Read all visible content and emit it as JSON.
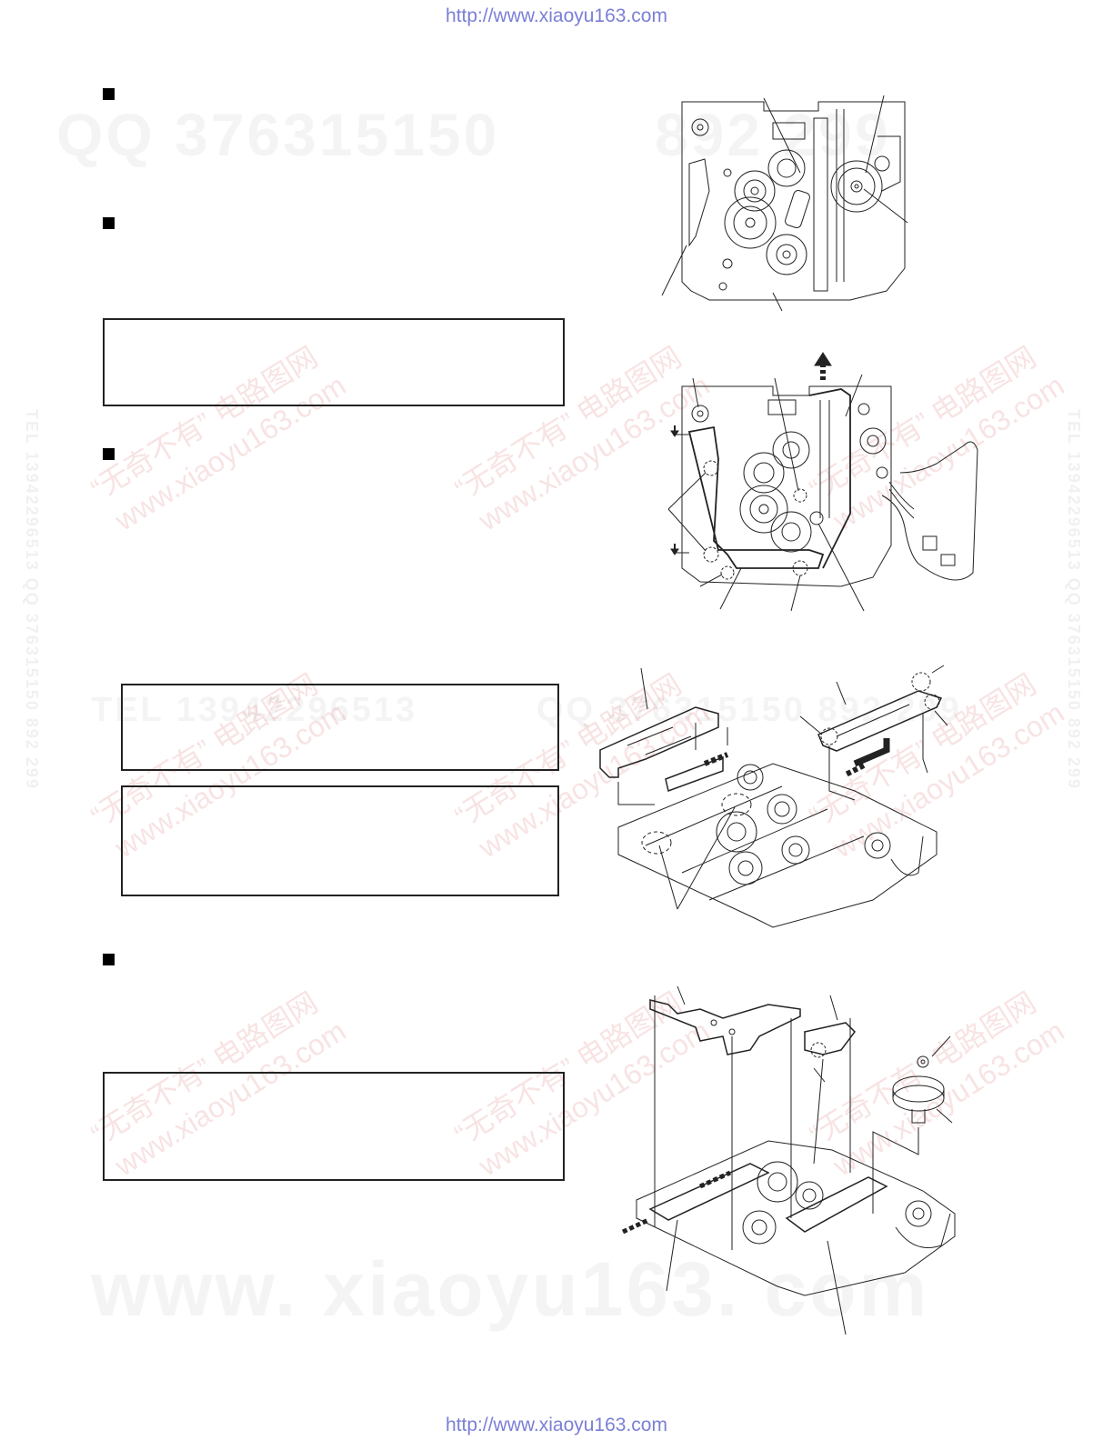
{
  "header": {
    "url": "http://www.xiaoyu163.com"
  },
  "footer": {
    "url": "http://www.xiaoyu163.com"
  },
  "watermarks": {
    "qq": "QQ 376315150",
    "number_right": "892 299",
    "tel": "TEL 13942296513",
    "middle": "QQ 376315150 892 299",
    "bottom": "www. xiaoyu163. com",
    "diag1": "“无奇不有” 电路图网",
    "diag2": "www.xiaoyu163.com",
    "vert_left": "TEL 13942296513 QQ 376315150 892 299",
    "vert_right": "TEL 13942296513 QQ 376315150 892 299"
  }
}
